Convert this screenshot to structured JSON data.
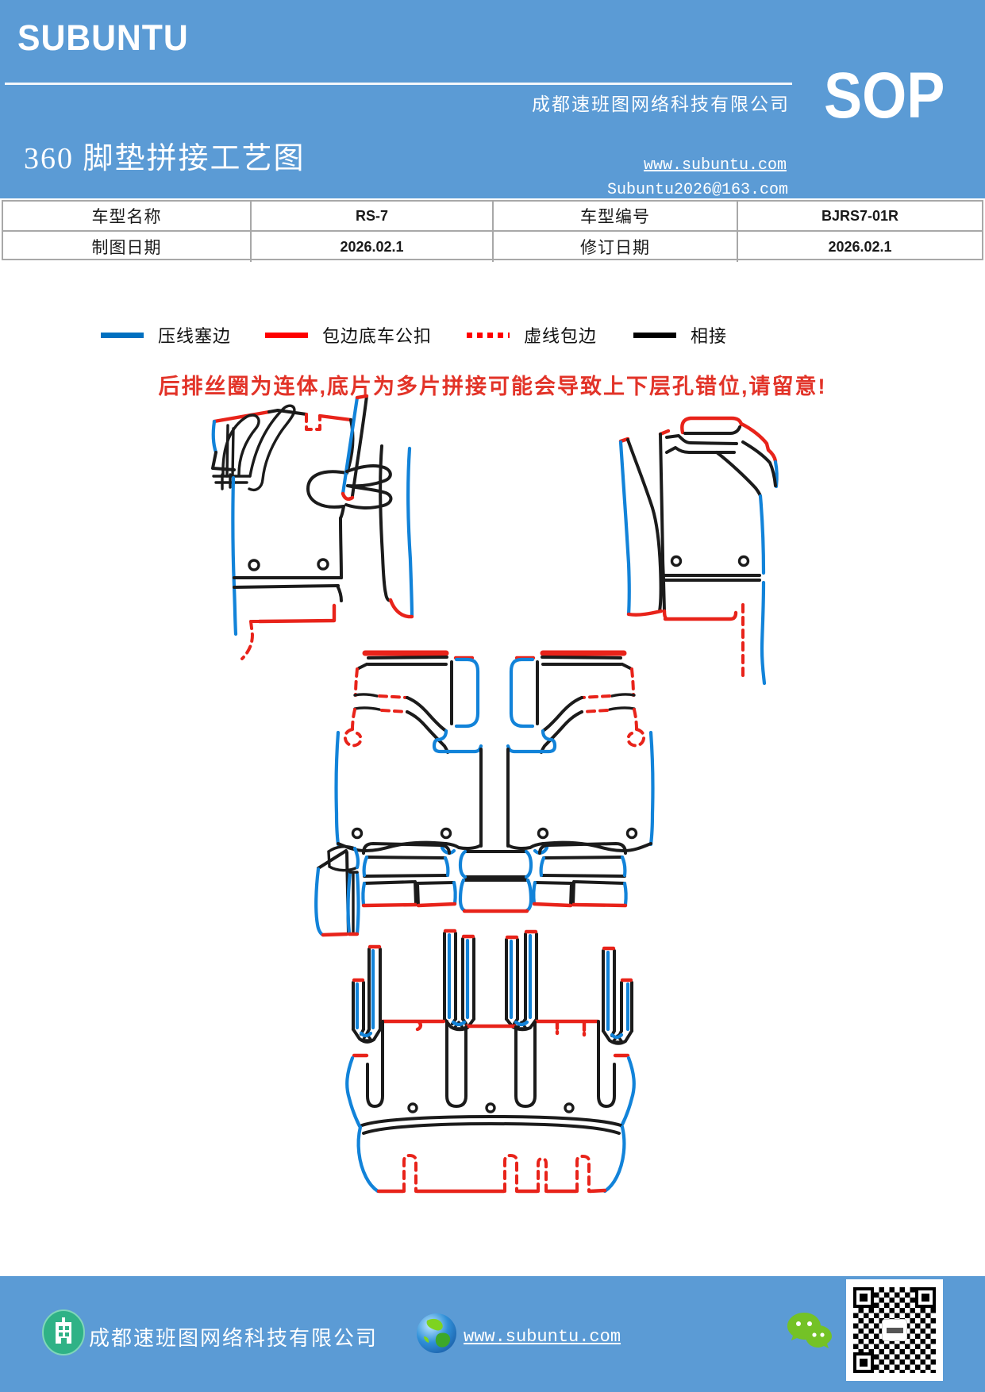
{
  "colors": {
    "theme_blue": "#5b9bd5",
    "line_blue": "#1283d9",
    "line_red": "#e8231a",
    "line_black": "#1b1b1b",
    "legend_blue": "#0070c0",
    "legend_red": "#fe0000",
    "warning_red": "#e23328",
    "table_border": "#a8a8a8",
    "wechat_green": "#74c226",
    "building_icon_green": "#2fb286"
  },
  "header": {
    "brand": "SUBUNTU",
    "title": "360 脚垫拼接工艺图",
    "company": "成都速班图网络科技有限公司",
    "website": "www.subuntu.com",
    "email": "Subuntu2026@163.com",
    "badge": "SOP"
  },
  "info_table": {
    "rows": [
      [
        "车型名称",
        "RS-7",
        "车型编号",
        "BJRS7-01R"
      ],
      [
        "制图日期",
        "2026.02.1",
        "修订日期",
        "2026.02.1"
      ]
    ]
  },
  "legend": {
    "items": [
      {
        "label": "压线塞边",
        "color": "#0070c0",
        "style": "solid"
      },
      {
        "label": "包边底车公扣",
        "color": "#fe0000",
        "style": "solid"
      },
      {
        "label": "虚线包边",
        "color": "#fe0000",
        "style": "dotted"
      },
      {
        "label": "相接",
        "color": "#000000",
        "style": "solid"
      }
    ]
  },
  "warning": "后排丝圈为连体,底片为多片拼接可能会导致上下层孔错位,请留意!",
  "footer": {
    "company": "成都速班图网络科技有限公司",
    "website": "www.subuntu.com"
  }
}
